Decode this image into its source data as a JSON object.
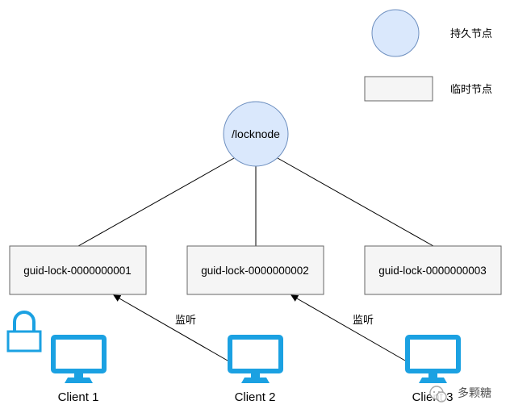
{
  "legend": {
    "persistent_label": "持久节点",
    "ephemeral_label": "临时节点"
  },
  "root": {
    "label": "/locknode"
  },
  "nodes": [
    {
      "label": "guid-lock-0000000001"
    },
    {
      "label": "guid-lock-0000000002"
    },
    {
      "label": "guid-lock-0000000003"
    }
  ],
  "watch_labels": [
    "监听",
    "监听"
  ],
  "clients": [
    {
      "label": "Client 1"
    },
    {
      "label": "Client 2"
    },
    {
      "label": "Client 3"
    }
  ],
  "watermark": {
    "text": "多颗糖"
  },
  "colors": {
    "persistent_fill": "#dae8fc",
    "persistent_stroke": "#6c8ebf",
    "ephemeral_fill": "#f5f5f5",
    "ephemeral_stroke": "#666666",
    "client_icon": "#1ba1e2",
    "lock_icon": "#1ba1e2"
  }
}
